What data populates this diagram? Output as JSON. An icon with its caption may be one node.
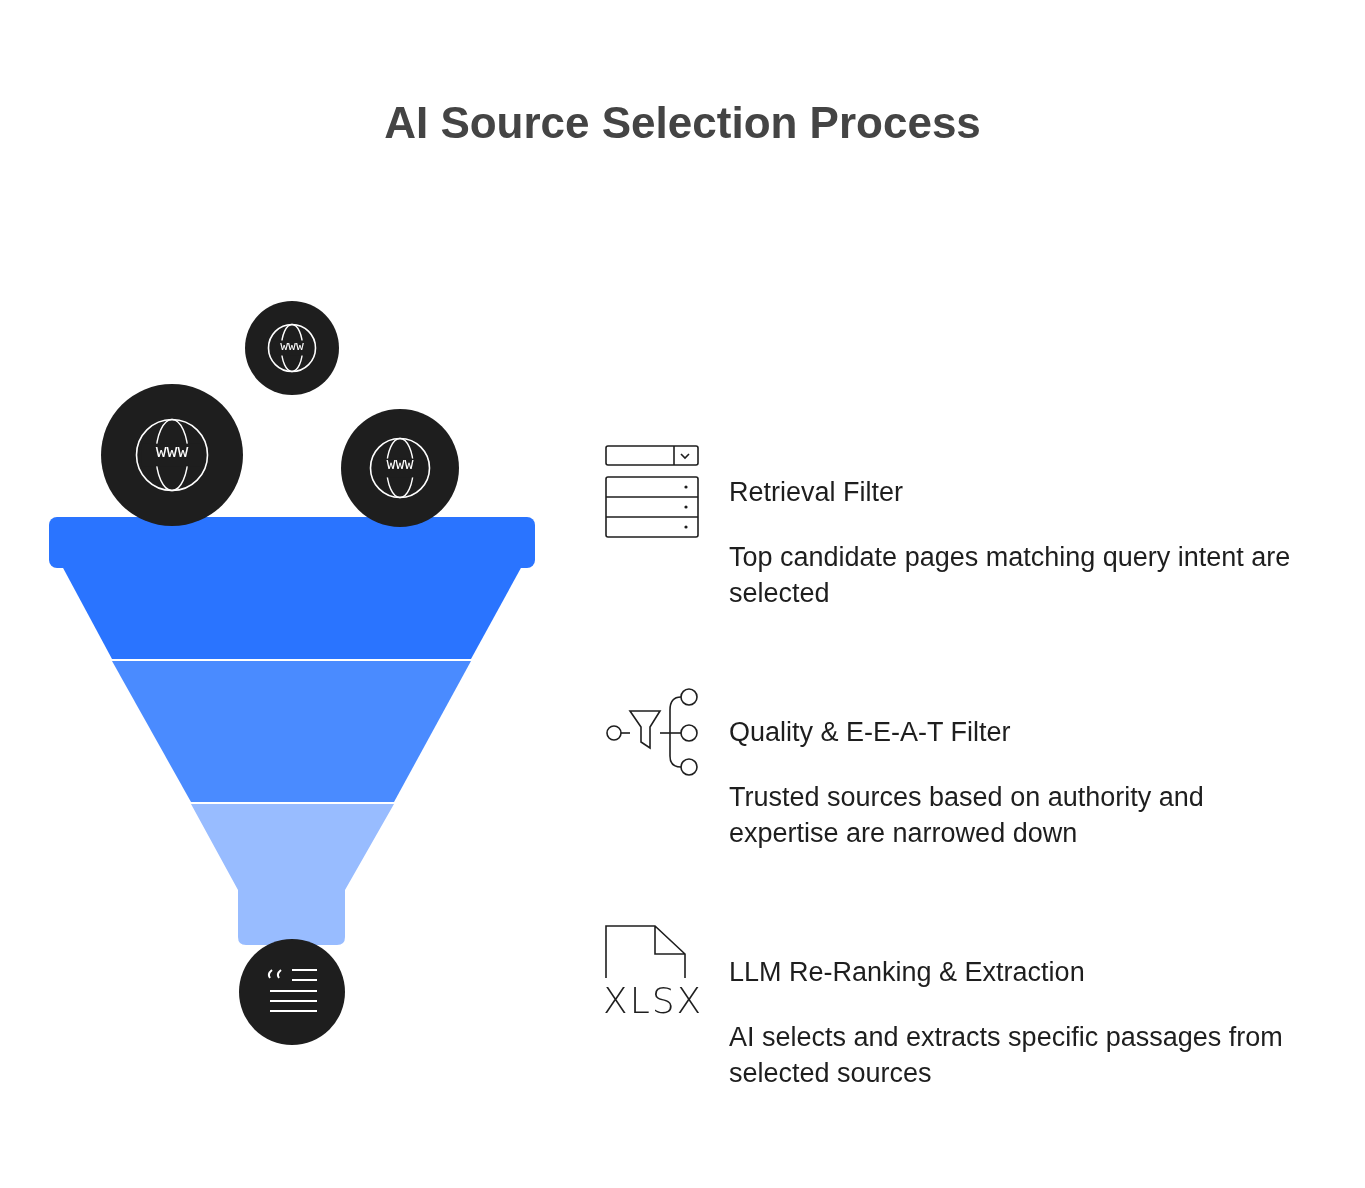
{
  "diagram": {
    "title": "AI Source Selection Process",
    "labels": [
      "www",
      "www",
      "www",
      "Retrieval Filter",
      "Top candidate pages matching query intent are selected",
      "Quality & E-E-A-T Filter",
      "Trusted sources based on authority and expertise are narrowed down",
      "XLSX",
      "LLM Re-Ranking & Extraction",
      "AI selects and extracts specific passages from selected sources"
    ]
  }
}
